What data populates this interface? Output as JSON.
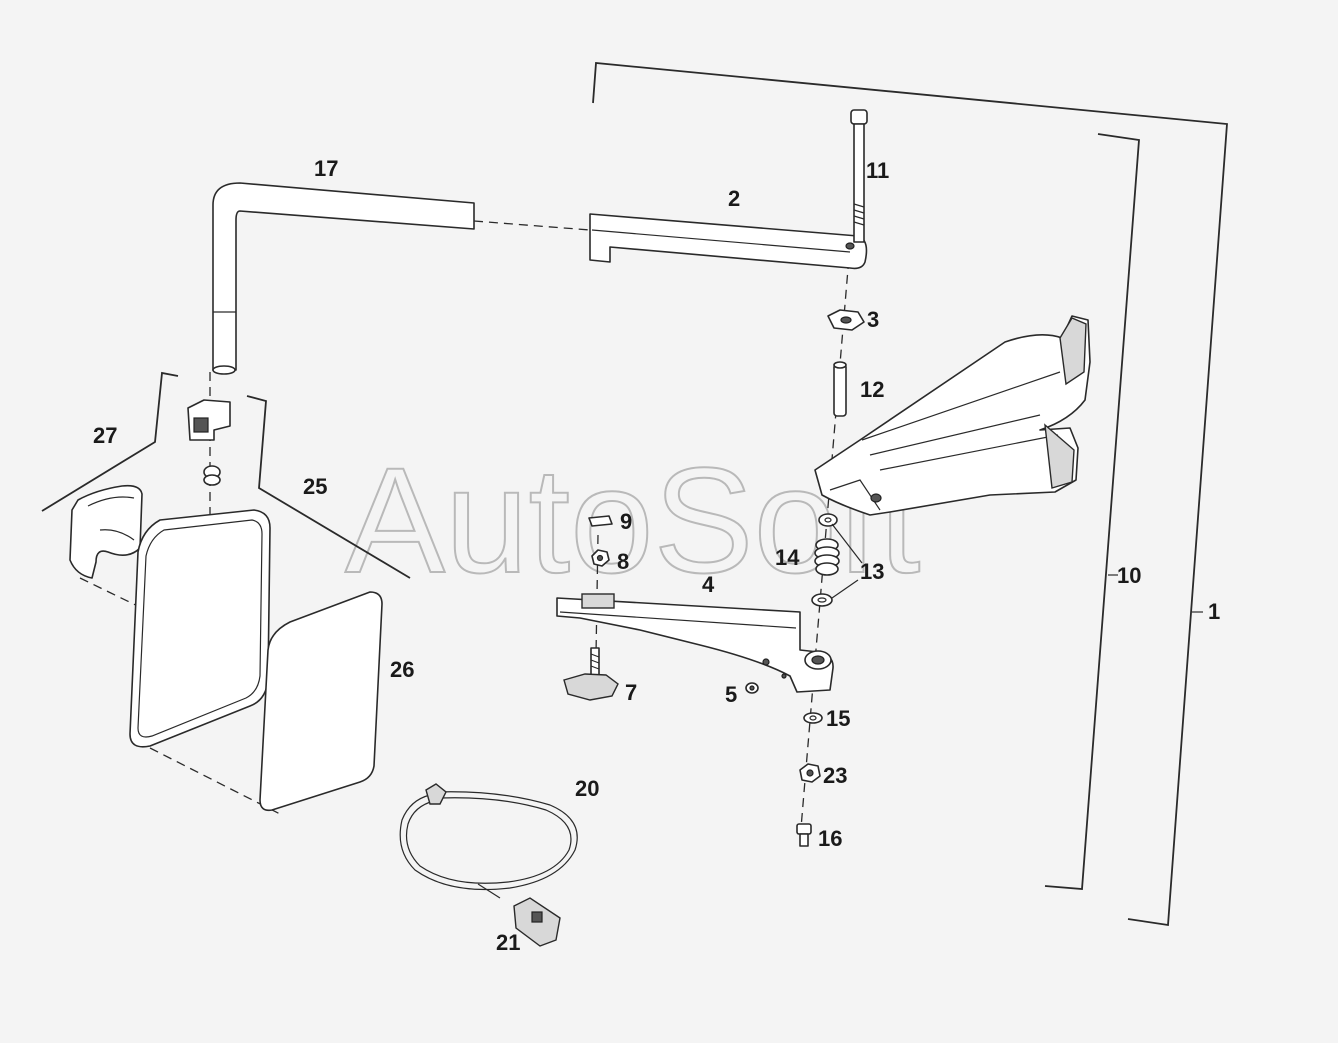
{
  "watermark": "AutoSoft",
  "callouts": {
    "c1": "1",
    "c2": "2",
    "c3": "3",
    "c4": "4",
    "c5": "5",
    "c7": "7",
    "c8": "8",
    "c9": "9",
    "c10": "10",
    "c11": "11",
    "c12": "12",
    "c13": "13",
    "c14": "14",
    "c15": "15",
    "c16": "16",
    "c17": "17",
    "c20": "20",
    "c21": "21",
    "c23": "23",
    "c25": "25",
    "c26": "26",
    "c27": "27"
  }
}
